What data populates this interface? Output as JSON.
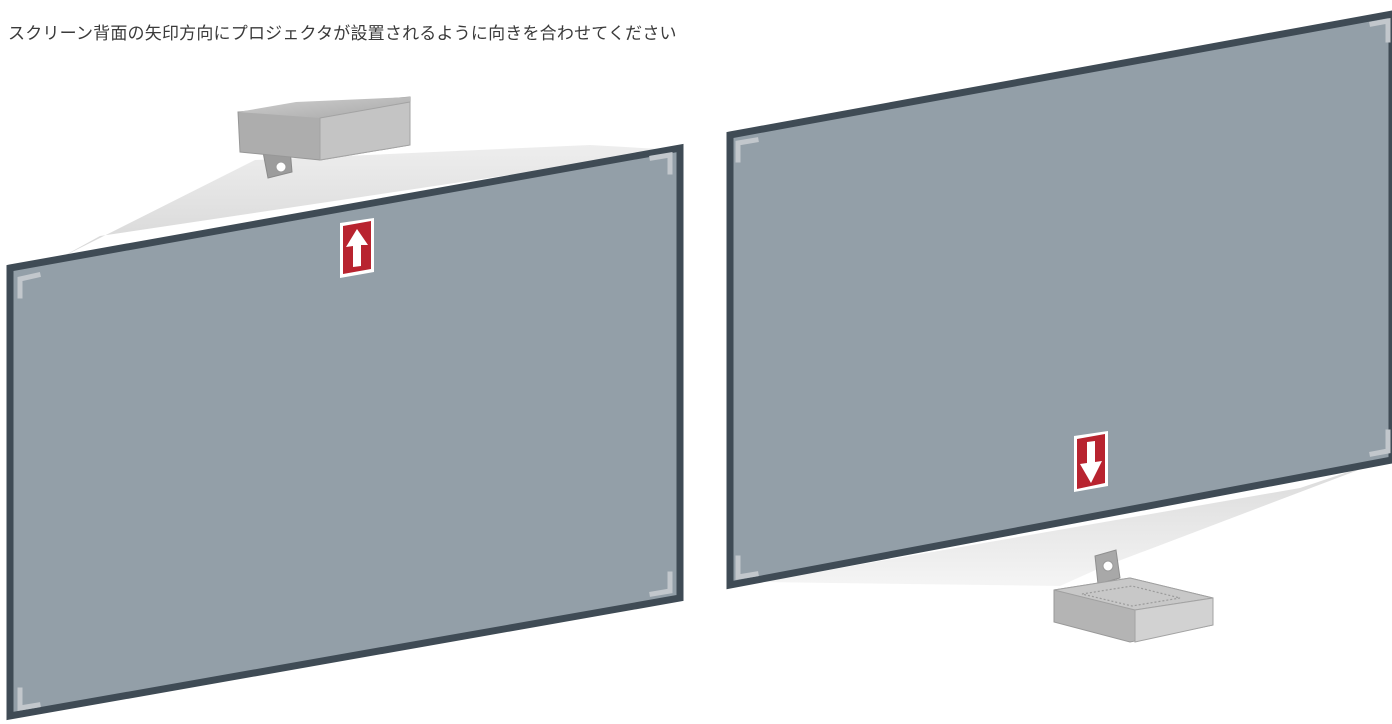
{
  "instruction": "スクリーン背面の矢印方向にプロジェクタが設置されるように向きを合わせてください",
  "panels": [
    {
      "id": "left",
      "arrow_direction": "up",
      "projector_position": "above"
    },
    {
      "id": "right",
      "arrow_direction": "down",
      "projector_position": "below"
    }
  ],
  "colors": {
    "screen_fill": "#939fa8",
    "screen_frame": "#3f4b55",
    "corner_bracket": "#c2c7cc",
    "arrow_badge": "#b8232f",
    "arrow": "#ffffff",
    "projector_body": "#b4b4b4",
    "light_beam": "#d7d7d7"
  }
}
